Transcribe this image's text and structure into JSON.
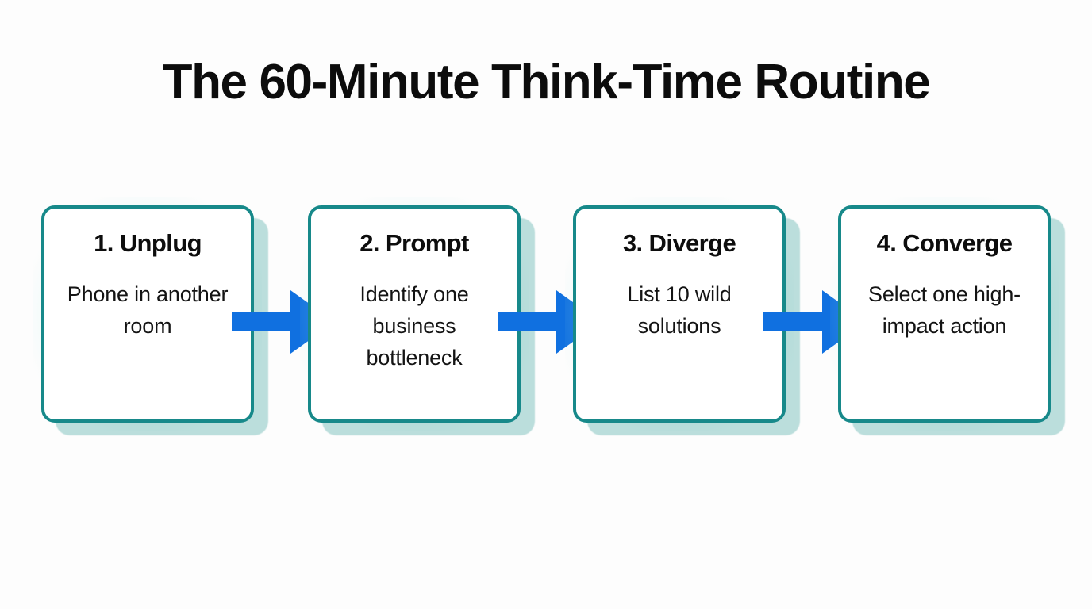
{
  "page": {
    "title": "The 60-Minute Think-Time Routine",
    "background_color": "#fdfdfd",
    "title_color": "#0c0c0c"
  },
  "theme": {
    "card_border_color": "#17898a",
    "card_fill_color": "#ffffff",
    "card_shadow_color": "rgba(60,160,156,0.34)",
    "arrow_color": "#1070e0",
    "text_color": "#141414"
  },
  "flow": {
    "steps": [
      {
        "heading": "1. Unplug",
        "body": "Phone in another room"
      },
      {
        "heading": "2. Prompt",
        "body": "Identify one business bottleneck"
      },
      {
        "heading": "3. Diverge",
        "body": "List 10 wild solutions"
      },
      {
        "heading": "4. Converge",
        "body": "Select one high-impact action"
      }
    ],
    "connectors": [
      {
        "icon": "arrow-right-icon",
        "from": "1. Unplug",
        "to": "2. Prompt"
      },
      {
        "icon": "arrow-right-icon",
        "from": "2. Prompt",
        "to": "3. Diverge"
      },
      {
        "icon": "arrow-right-icon",
        "from": "3. Diverge",
        "to": "4. Converge"
      }
    ]
  }
}
